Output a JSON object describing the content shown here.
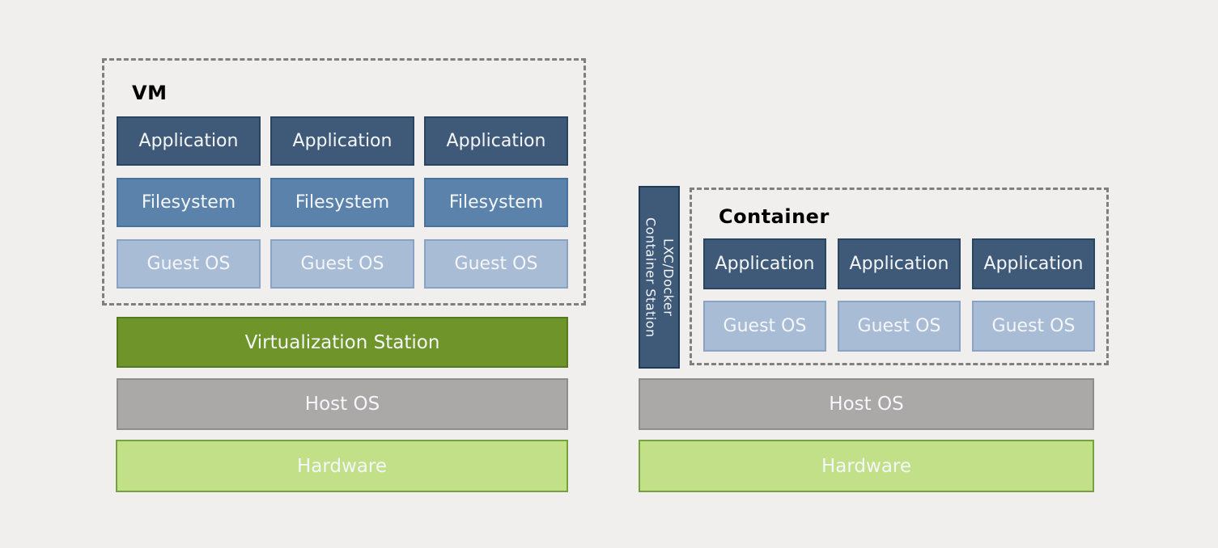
{
  "vm": {
    "title": "VM",
    "layers": {
      "application": "Application",
      "filesystem": "Filesystem",
      "guest_os": "Guest OS"
    },
    "base_layers": {
      "virtualization_station": "Virtualization Station",
      "host_os": "Host OS",
      "hardware": "Hardware"
    }
  },
  "container": {
    "title": "Container",
    "sidebar": {
      "line1": "Container Station",
      "line2": "LXC/Docker"
    },
    "layers": {
      "application": "Application",
      "guest_os": "Guest OS"
    },
    "base_layers": {
      "host_os": "Host OS",
      "hardware": "Hardware"
    }
  },
  "colors": {
    "application": "#3e5a78",
    "application_border": "#2a455e",
    "filesystem": "#5b82ab",
    "filesystem_border": "#49719b",
    "guest_os": "#a9bcd6",
    "guest_os_border": "#8aa3c2",
    "virtualization_station": "#6f9429",
    "virtualization_station_border": "#547a1e",
    "host_os": "#aba8a8",
    "host_os_border": "#8e8c8c",
    "hardware": "#c2e088",
    "hardware_border": "#76a13f",
    "sidebar_bar": "#3e5a78",
    "sidebar_bar_border": "#1f3a52",
    "dashed_border": "#7f7f7f",
    "background": "#f0efee",
    "title_text": "#000000",
    "box_text": "#f4f6f9"
  }
}
